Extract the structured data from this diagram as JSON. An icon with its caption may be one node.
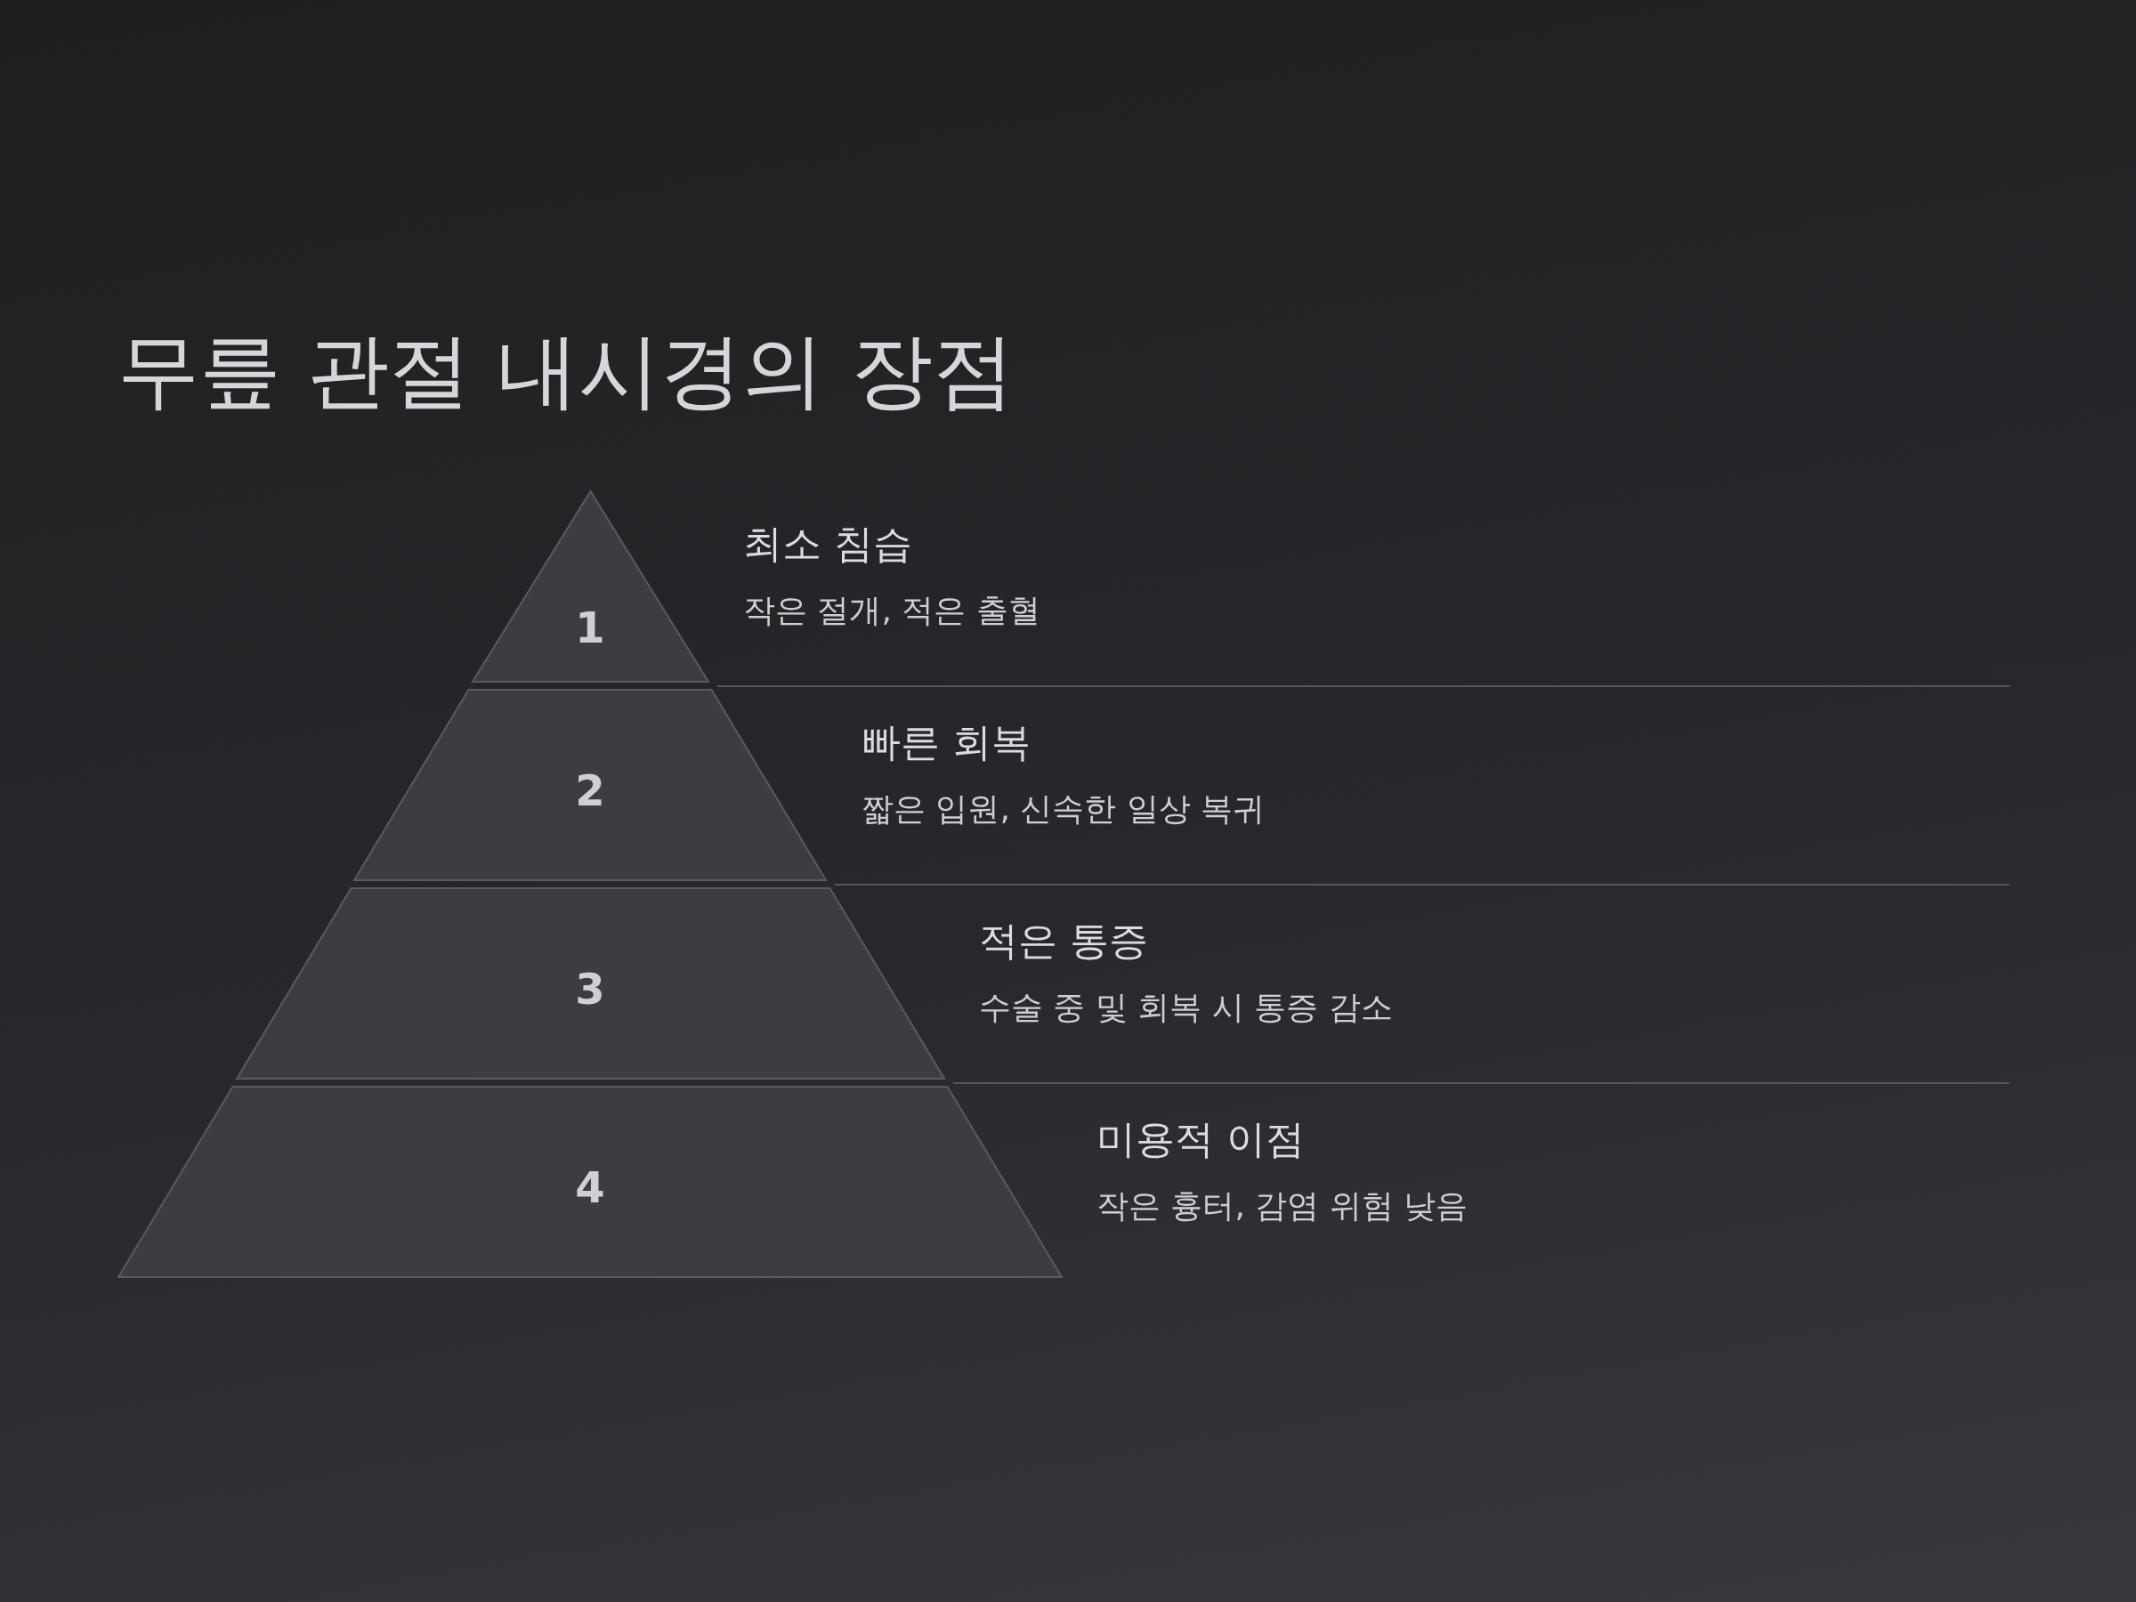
{
  "diagram": {
    "title": "무릎 관절 내시경의 장점",
    "nodes": [
      {
        "text": [
          "1"
        ],
        "beside": [
          "최소 침습",
          "작은 절개, 적은 출혈"
        ]
      },
      {
        "text": [
          "2"
        ],
        "beside": [
          "빠른 회복",
          "짧은 입원, 신속한 일상 복귀"
        ]
      },
      {
        "text": [
          "3"
        ],
        "beside": [
          "적은 통증",
          "수술 중 및 회복 시 통증 감소"
        ]
      },
      {
        "text": [
          "4"
        ],
        "beside": [
          "미용적 이점",
          "작은 흉터, 감염 위험 낮음"
        ]
      }
    ],
    "edges": []
  }
}
